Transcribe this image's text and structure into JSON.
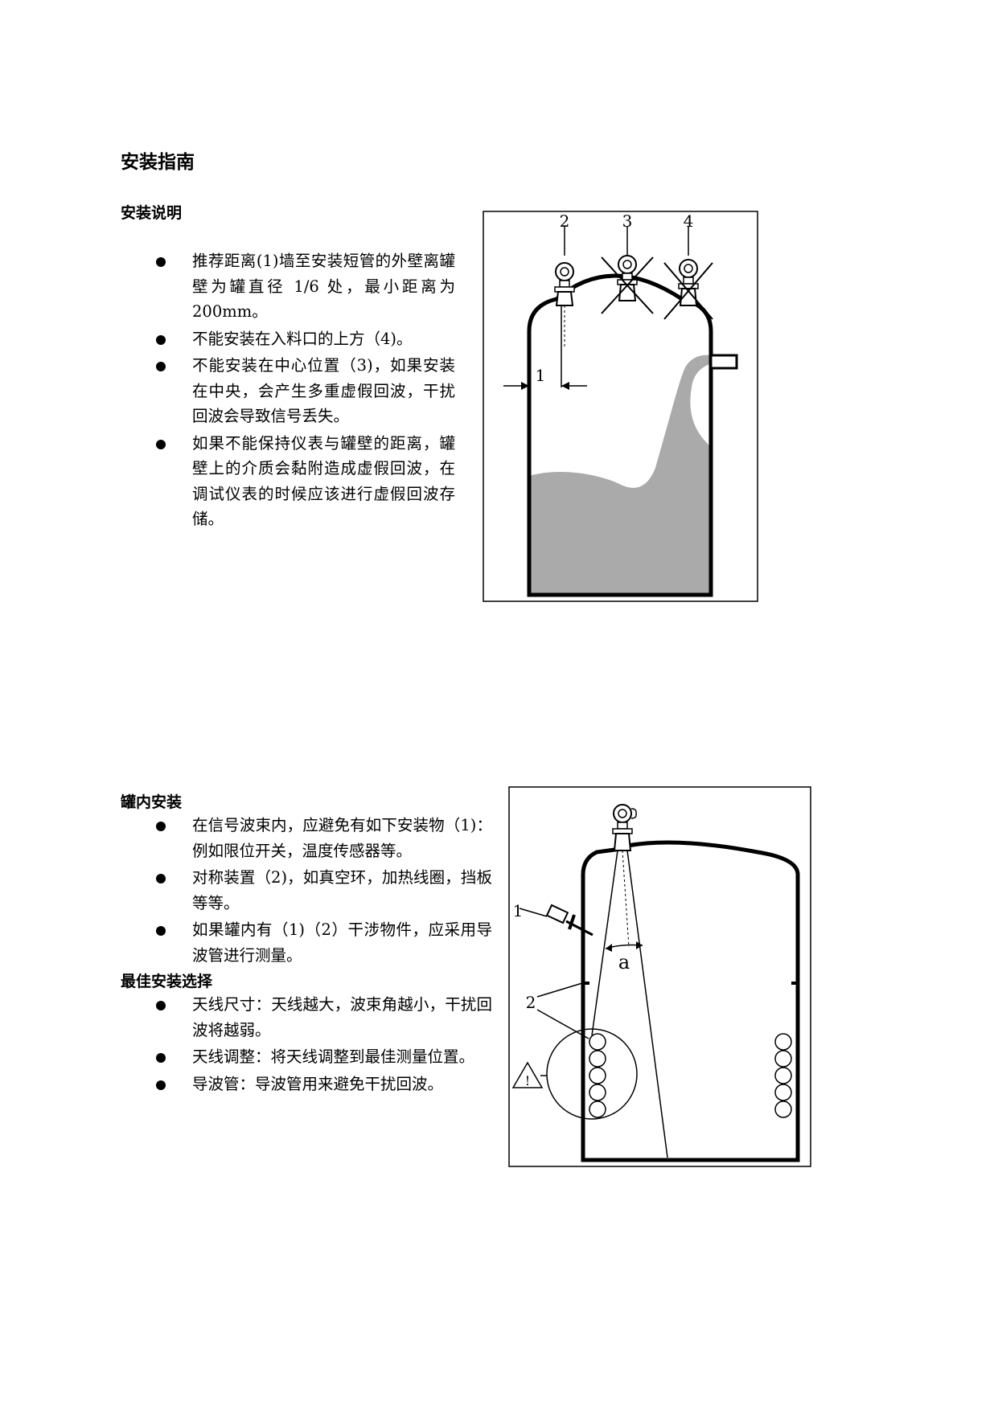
{
  "page_title": "安装指南",
  "section1": {
    "heading": "安装说明",
    "items": [
      "推荐距离(1)墙至安装短管的外壁离罐壁为罐直径 1/6 处，最小距离为 200mm。",
      "不能安装在入料口的上方（4)。",
      "不能安装在中心位置（3)，如果安装在中央，会产生多重虚假回波，干扰回波会导致信号丢失。",
      "如果不能保持仪表与罐壁的距离，罐壁上的介质会黏附造成虚假回波，在调试仪表的时候应该进行虚假回波存储。"
    ]
  },
  "section2": {
    "heading": "罐内安装",
    "items": [
      "在信号波束内，应避免有如下安装物（1)：例如限位开关，温度传感器等。",
      "对称装置（2)，如真空环，加热线圈，挡板等等。",
      "如果罐内有（1)（2）干涉物件，应采用导波管进行测量。"
    ]
  },
  "section3": {
    "heading": "最佳安装选择",
    "items": [
      "天线尺寸：天线越大，波束角越小，干扰回波将越弱。",
      "天线调整：将天线调整到最佳测量位置。",
      "导波管：导波管用来避免干扰回波。"
    ]
  },
  "figure1": {
    "labels": {
      "position2": "2",
      "position3": "3",
      "position4": "4",
      "distance": "1"
    },
    "fill_color": "#aaaaaa"
  },
  "figure2": {
    "labels": {
      "obstacle": "1",
      "symmetric": "2",
      "beam_angle": "a",
      "warning": "!"
    }
  }
}
